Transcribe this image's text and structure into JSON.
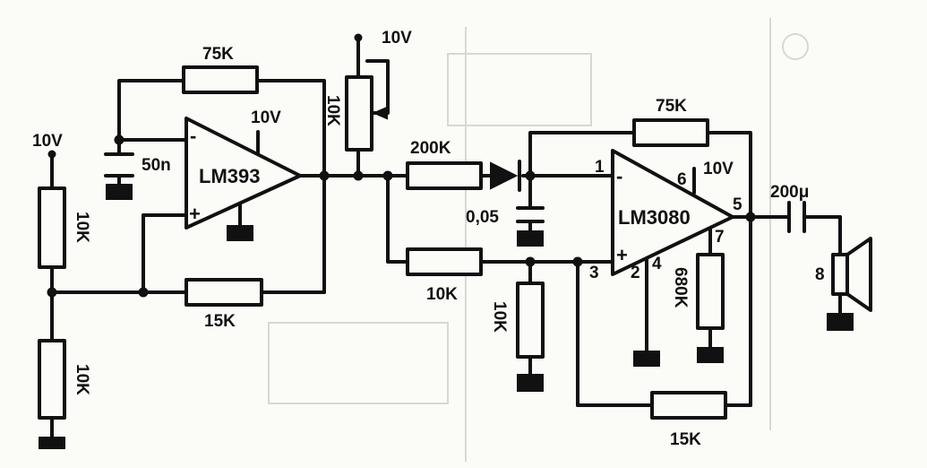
{
  "op_amps": {
    "comparator": {
      "part": "LM393",
      "supply": "10V",
      "in_minus": "-",
      "in_plus": "+"
    },
    "amplifier": {
      "part": "LM3080",
      "supply": "10V",
      "in_minus": "-",
      "in_plus": "+",
      "pins": {
        "inv": "1",
        "noninv": "3",
        "gnd": "2",
        "pin4": "4",
        "output": "5",
        "supply": "6",
        "bias": "7"
      }
    }
  },
  "divider": {
    "supply": "10V",
    "r_top": "10K",
    "r_bottom": "10K"
  },
  "comparator_network": {
    "r_feedback": "75K",
    "capacitor": "50n",
    "r_hysteresis": "15K"
  },
  "pot": {
    "supply": "10V",
    "value": "10K"
  },
  "amp_network": {
    "r_series": "200K",
    "capacitor": "0,05",
    "r_input": "10K",
    "r_shunt": "10K",
    "r_bias": "680K",
    "r_feedback": "75K",
    "r_positive": "15K"
  },
  "output": {
    "capacitor": "200μ",
    "speaker": "8"
  }
}
